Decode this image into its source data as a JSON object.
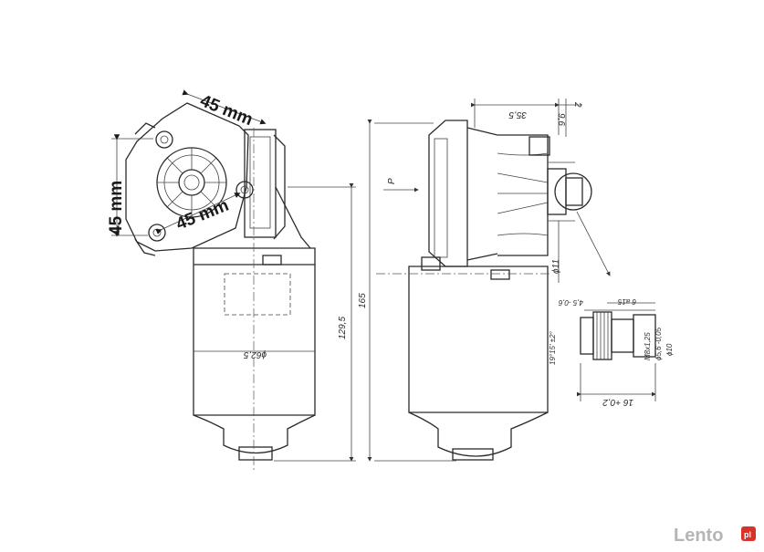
{
  "annotations": {
    "top_width": "45 mm",
    "left_height": "45 mm",
    "diagonal": "45 mm"
  },
  "dimensions": {
    "d355": "35,5",
    "d2": "2",
    "d96": "9,6",
    "d11": "ϕ11",
    "d1295": "129,5",
    "d165": "165",
    "d625": "ϕ62,5",
    "p": "P",
    "d6a15": "6 a15",
    "d45": "4,5 -0,6",
    "d19": "19°15' ±2°",
    "m8": "M8x1,25",
    "d56": "ϕ5,6 -0,05",
    "d10": "ϕ10",
    "d16": "16 +0,2"
  },
  "watermark": {
    "brand": "Lento",
    "badge": "pl"
  },
  "colors": {
    "ink": "#2a2a2a",
    "watermark": "#b5b5b5",
    "badge": "#d9322a"
  }
}
